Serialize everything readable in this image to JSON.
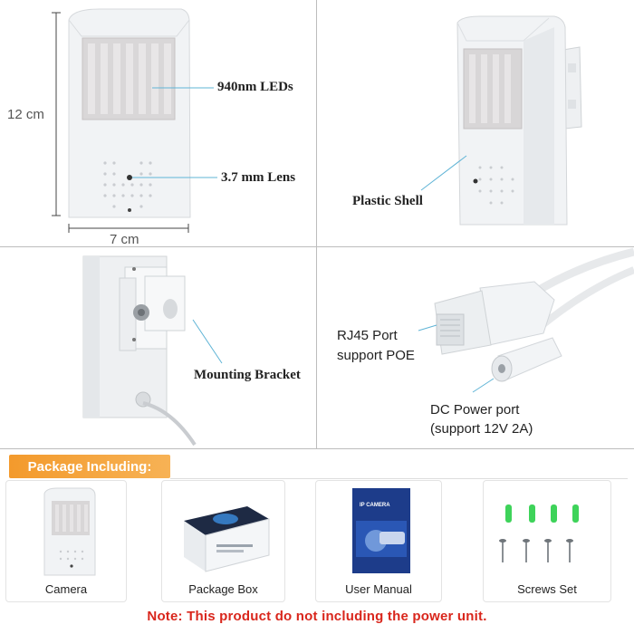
{
  "dimensions": {
    "height": "12 cm",
    "width": "7 cm"
  },
  "panel1": {
    "leds_label": "940nm LEDs",
    "lens_label": "3.7 mm Lens"
  },
  "panel2": {
    "shell_label": "Plastic Shell"
  },
  "panel3": {
    "bracket_label": "Mounting Bracket"
  },
  "panel4": {
    "rj45_line1": "RJ45 Port",
    "rj45_line2": "support POE",
    "dc_line1": "DC Power port",
    "dc_line2": "(support 12V 2A)"
  },
  "package": {
    "title": "Package Including:",
    "items": [
      {
        "label": "Camera"
      },
      {
        "label": "Package Box"
      },
      {
        "label": "User Manual"
      },
      {
        "label": "Screws Set"
      }
    ],
    "manual_cover_text": "IP CAMERA"
  },
  "note": "Note: This product do not including the power unit.",
  "colors": {
    "accent_orange": "#f39a2c",
    "callout_blue": "#5fb4d6",
    "note_red": "#d9261c",
    "screw_green": "#3ed35a"
  }
}
